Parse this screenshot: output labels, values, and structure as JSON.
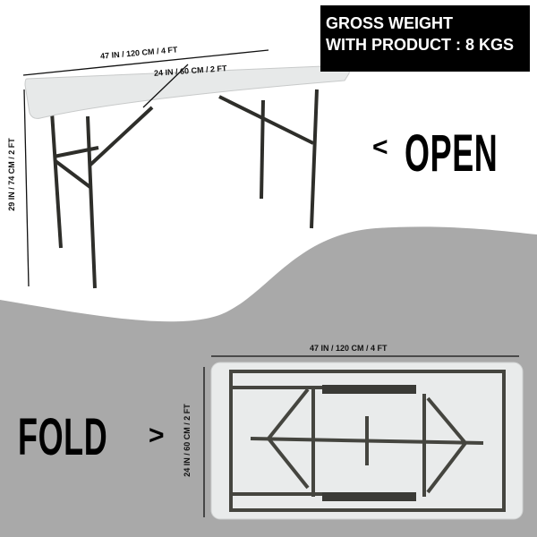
{
  "weight_box": {
    "line1": "GROSS WEIGHT",
    "line2": "WITH PRODUCT : 8 KGS"
  },
  "open": {
    "label": "OPEN",
    "arrow": "<"
  },
  "fold": {
    "label": "FOLD",
    "arrow": ">"
  },
  "open_dimensions": {
    "length": "47 IN / 120 CM / 4 FT",
    "width": "24 IN / 60 CM / 2 FT",
    "height": "29 IN / 74 CM / 2 FT"
  },
  "fold_dimensions": {
    "length": "47 IN / 120 CM / 4 FT",
    "width": "24 IN / 60 CM / 2 FT"
  },
  "colors": {
    "background_gray": "#a9a9a9",
    "table_top": "#e6e8e8",
    "frame": "#3a3a36"
  }
}
